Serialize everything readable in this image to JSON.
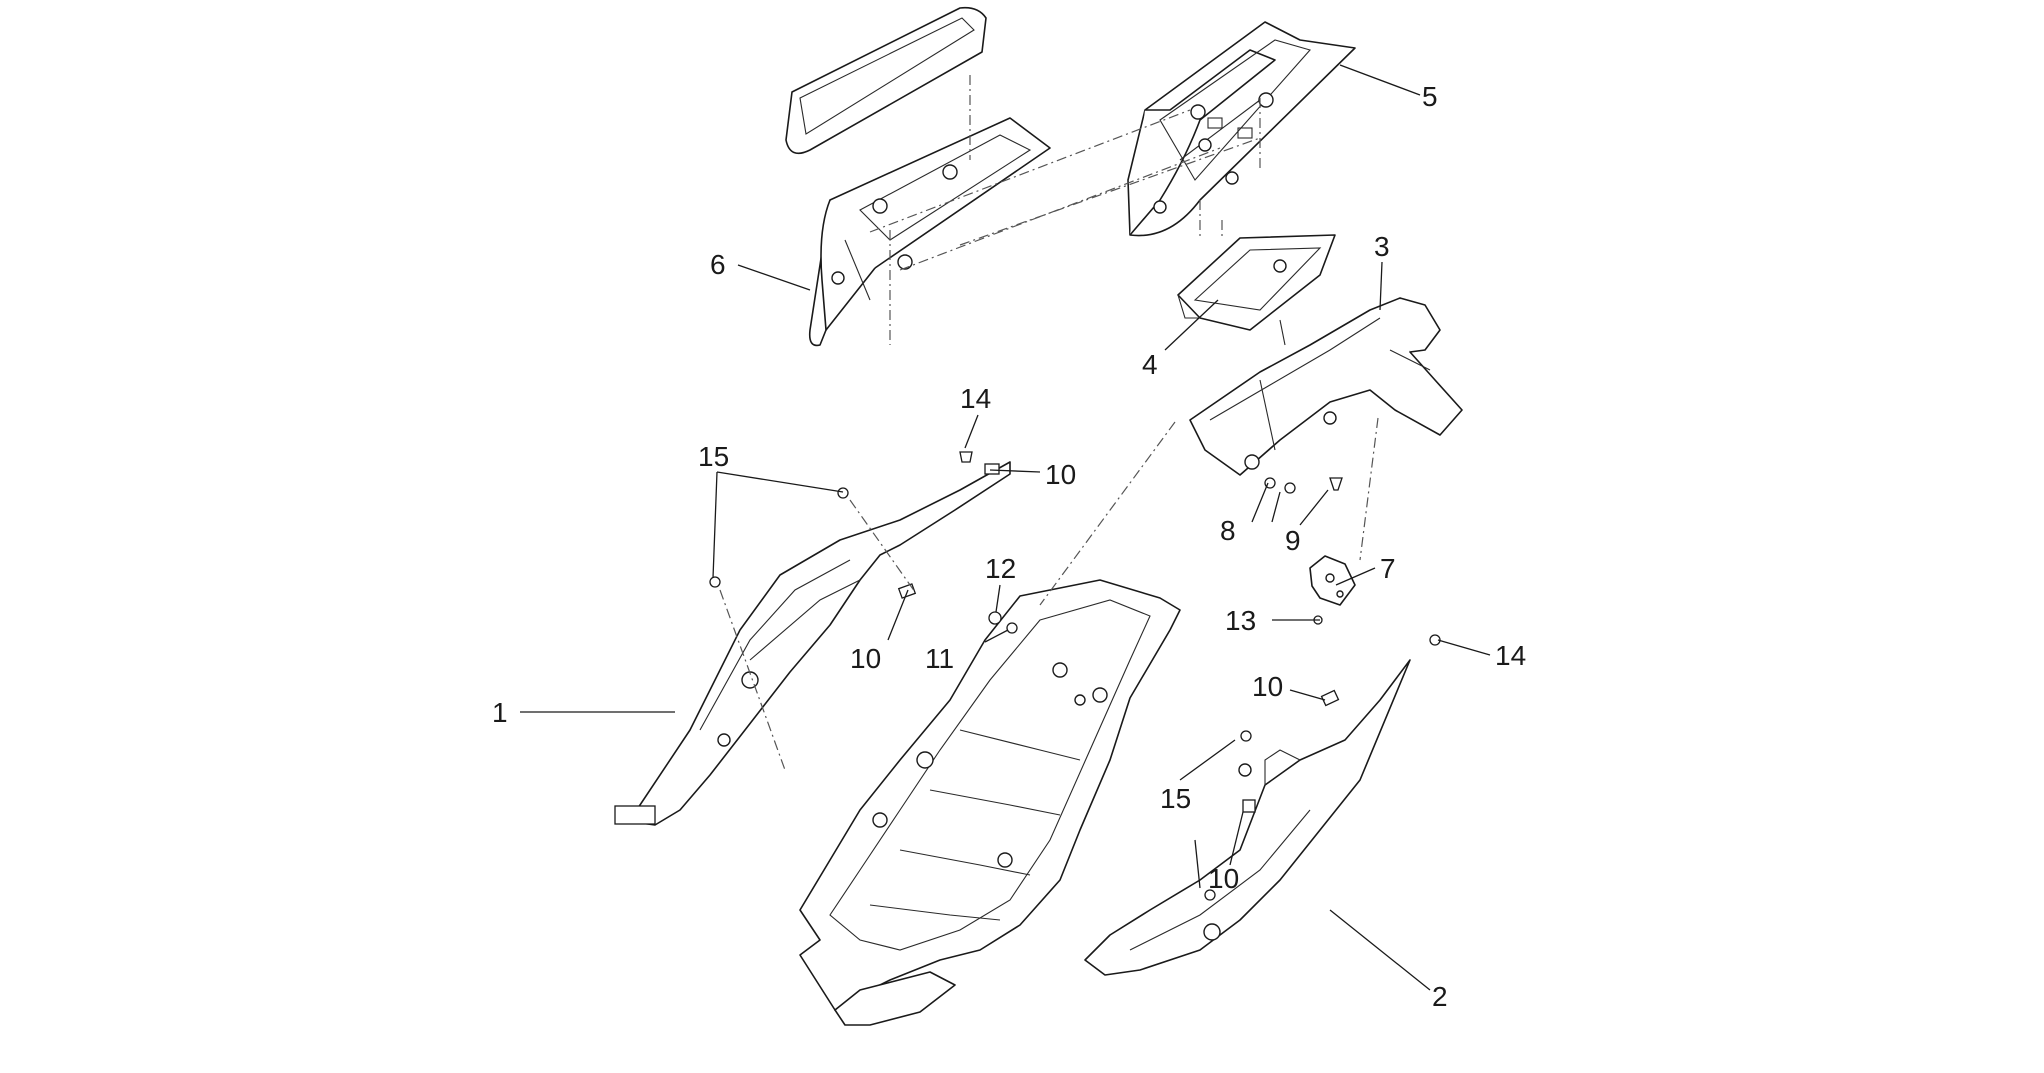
{
  "callouts": [
    {
      "id": "c5",
      "text": "5"
    },
    {
      "id": "c6",
      "text": "6"
    },
    {
      "id": "c3",
      "text": "3"
    },
    {
      "id": "c4",
      "text": "4"
    },
    {
      "id": "c14a",
      "text": "14"
    },
    {
      "id": "c15a",
      "text": "15"
    },
    {
      "id": "c10a",
      "text": "10"
    },
    {
      "id": "c12",
      "text": "12"
    },
    {
      "id": "c8",
      "text": "8"
    },
    {
      "id": "c9",
      "text": "9"
    },
    {
      "id": "c7",
      "text": "7"
    },
    {
      "id": "c10b",
      "text": "10"
    },
    {
      "id": "c11",
      "text": "11"
    },
    {
      "id": "c13",
      "text": "13"
    },
    {
      "id": "c14b",
      "text": "14"
    },
    {
      "id": "c1",
      "text": "1"
    },
    {
      "id": "c10c",
      "text": "10"
    },
    {
      "id": "c15b",
      "text": "15"
    },
    {
      "id": "c10d",
      "text": "10"
    },
    {
      "id": "c2",
      "text": "2"
    }
  ]
}
